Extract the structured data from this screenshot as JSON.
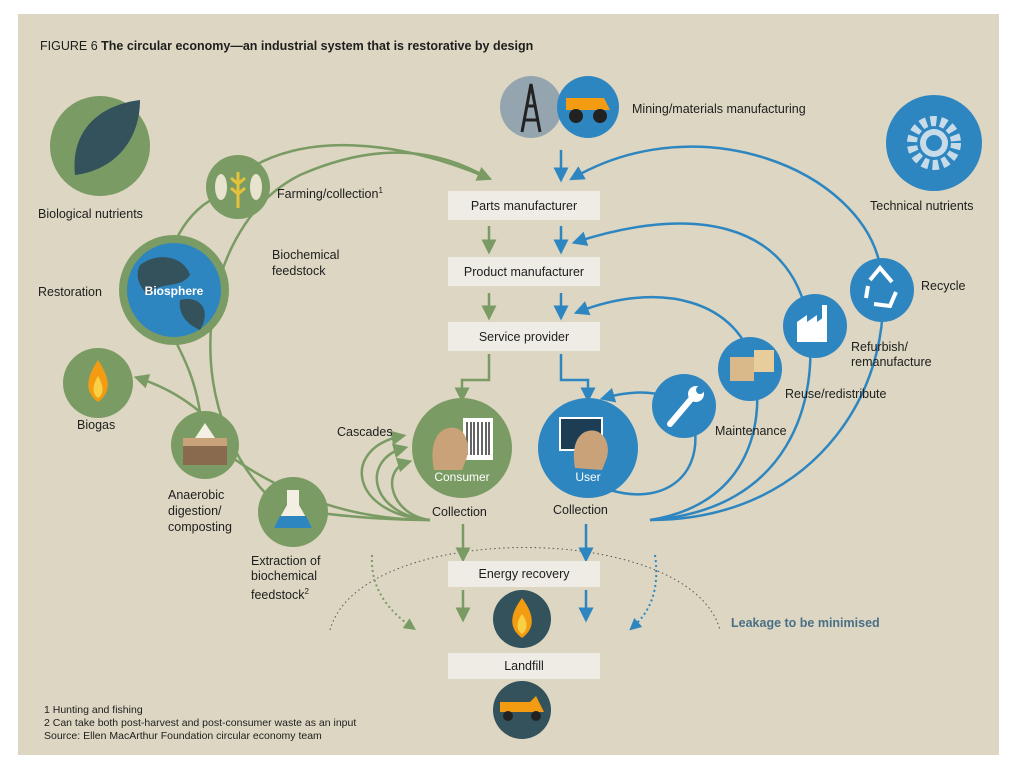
{
  "figure": {
    "number": "FIGURE 6",
    "title": "The circular economy—an industrial system that is restorative by design"
  },
  "boxes": {
    "parts_manufacturer": "Parts manufacturer",
    "product_manufacturer": "Product manufacturer",
    "service_provider": "Service provider",
    "energy_recovery": "Energy recovery",
    "landfill": "Landfill"
  },
  "biological": {
    "nutrients": "Biological nutrients",
    "farming": "Farming/collection",
    "farming_note": "1",
    "biochemical_feedstock": "Biochemical feedstock",
    "restoration": "Restoration",
    "biosphere": "Biosphere",
    "biogas": "Biogas",
    "anaerobic": "Anaerobic digestion/ composting",
    "extraction": "Extraction of biochemical feedstock",
    "extraction_note": "2",
    "cascades": "Cascades",
    "consumer": "Consumer",
    "collection": "Collection"
  },
  "technical": {
    "mining": "Mining/materials manufacturing",
    "nutrients": "Technical nutrients",
    "recycle": "Recycle",
    "refurbish": "Refurbish/ remanufacture",
    "reuse": "Reuse/redistribute",
    "maintenance": "Maintenance",
    "user": "User",
    "collection": "Collection"
  },
  "leakage": "Leakage to be minimised",
  "footnotes": [
    "1 Hunting and fishing",
    "2 Can take both post-harvest and post-consumer waste as an input",
    "Source: Ellen MacArthur Foundation circular economy team"
  ],
  "colors": {
    "background": "#dcd6c2",
    "biological": "#7a9b63",
    "technical": "#2e86c1",
    "dark_teal": "#33525c",
    "box": "#eeece4",
    "leakage_text": "#4a6f86"
  }
}
